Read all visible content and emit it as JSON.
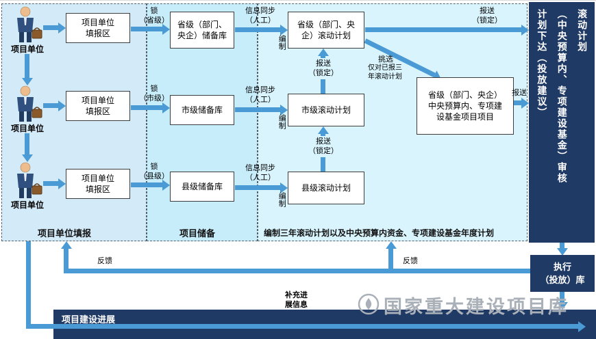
{
  "regions": {
    "filling_label": "项目单位填报",
    "reserve_label": "项目储备",
    "planning_label": "编制三年滚动计划以及中央预算内资金、专项建设基金年度计划"
  },
  "actors": {
    "unit1": "项目单位",
    "unit2": "项目单位",
    "unit3": "项目单位"
  },
  "boxes": {
    "fill_area1": "项目单位\n填报区",
    "fill_area2": "项目单位\n填报区",
    "fill_area3": "项目单位\n填报区",
    "reserve_prov": "省级（部门、\n央企）储备库",
    "reserve_city": "市级储备库",
    "reserve_county": "县级储备库",
    "plan_prov": "省级（部门、央\n企）滚动计划",
    "plan_city": "市级滚动计划",
    "plan_county": "县级滚动计划",
    "central_fund_project": "省级（部门、央企）\n中央预算内、专项建\n设基金项目项目",
    "review_bar": "滚动计划\n（中央预算内、专项建设基金）审核\n计划下达（投放建议）",
    "exec_db": "执行\n（投放）库",
    "progress_bar": "项目建设进展"
  },
  "edge_labels": {
    "lock_prov": "锁\n（省级）",
    "lock_city": "锁\n（市级）",
    "lock_county": "锁\n（县级）",
    "sync1": "信息同步\n（人工）",
    "sync2": "信息同步\n（人工）",
    "sync3": "信息同步\n（人工）",
    "compile1": "编制",
    "compile2": "编制",
    "compile3": "编制",
    "submit_lock_top": "报送\n（锁定）",
    "submit_lock_mid": "报送\n（锁定）",
    "submit_lock_low": "报送\n（锁定）",
    "pick": "挑选",
    "pick_note": "仅对已报三\n年滚动计划",
    "submit": "报送",
    "feedback_left": "反馈",
    "feedback_right": "反馈",
    "supplement": "补充进\n展信息"
  },
  "watermark": {
    "text": "国家重大建设项目库"
  },
  "icons": {
    "project_unit": "businessman-briefcase-icon",
    "watermark_logo": "water-drop-circle-logo"
  },
  "colors": {
    "arrow_blue": "#4a9ad5",
    "panel_dark_navy": "#203a66",
    "region_filling_bg": "#d3eaf8",
    "region_reserve_bg": "#c7ecfa",
    "region_planning_bg": "#d9f4fd"
  }
}
